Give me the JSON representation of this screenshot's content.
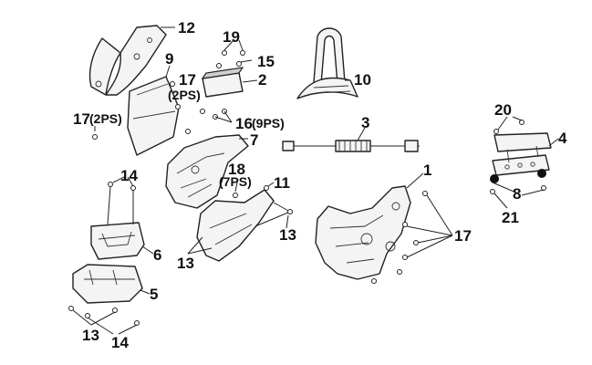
{
  "callouts": {
    "c1": "1",
    "c2": "2",
    "c3": "3",
    "c4": "4",
    "c5": "5",
    "c6": "6",
    "c7": "7",
    "c8": "8",
    "c9": "9",
    "c10": "10",
    "c11": "11",
    "c12": "12",
    "c13a": "13",
    "c13b": "13",
    "c13c": "13",
    "c14a": "14",
    "c14b": "14",
    "c15": "15",
    "c16": "16",
    "c16q": "(9PS)",
    "c17a": "17",
    "c17aq": "(2PS)",
    "c17b": "17",
    "c17bq": "(2PS)",
    "c17c": "17",
    "c18": "18",
    "c18q": "(7PS)",
    "c19": "19",
    "c20": "20",
    "c21": "21"
  }
}
